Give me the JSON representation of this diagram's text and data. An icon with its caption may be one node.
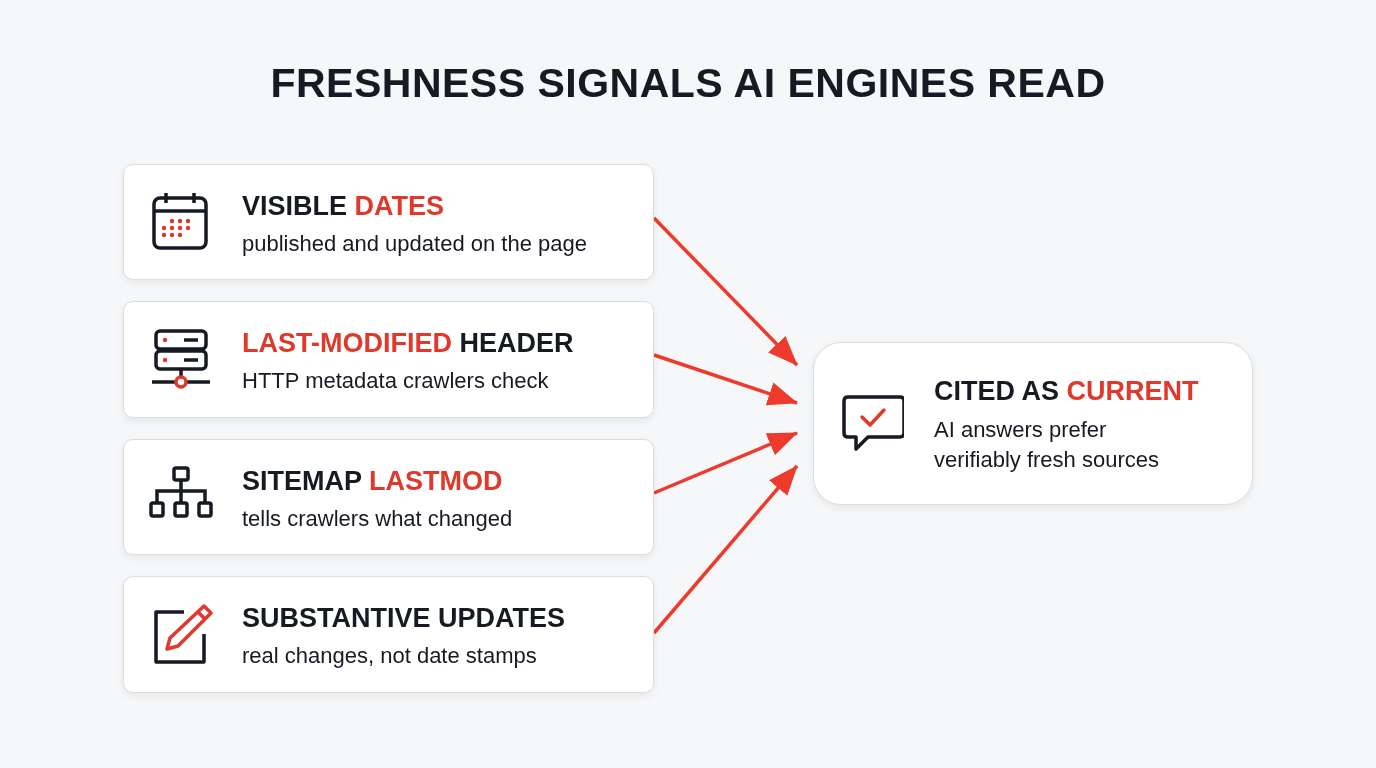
{
  "diagram": {
    "title": "FRESHNESS SIGNALS AI ENGINES READ",
    "nodes": [
      {
        "text": [
          "VISIBLE *DATES*",
          "published and updated on the page"
        ]
      },
      {
        "text": [
          "*LAST-MODIFIED* HEADER",
          "HTTP metadata crawlers check"
        ]
      },
      {
        "text": [
          "SITEMAP *LASTMOD*",
          "tells crawlers what changed"
        ]
      },
      {
        "text": [
          "SUBSTANTIVE UPDATES",
          "real changes, not date stamps"
        ]
      },
      {
        "text": [
          "CITED AS *CURRENT*",
          "AI answers prefer verifiably fresh sources"
        ]
      }
    ],
    "edges": [
      {
        "from": 0,
        "to": 4,
        "arrow": "to"
      },
      {
        "from": 1,
        "to": 4,
        "arrow": "to"
      },
      {
        "from": 2,
        "to": 4,
        "arrow": "to"
      },
      {
        "from": 3,
        "to": 4,
        "arrow": "to"
      }
    ]
  }
}
